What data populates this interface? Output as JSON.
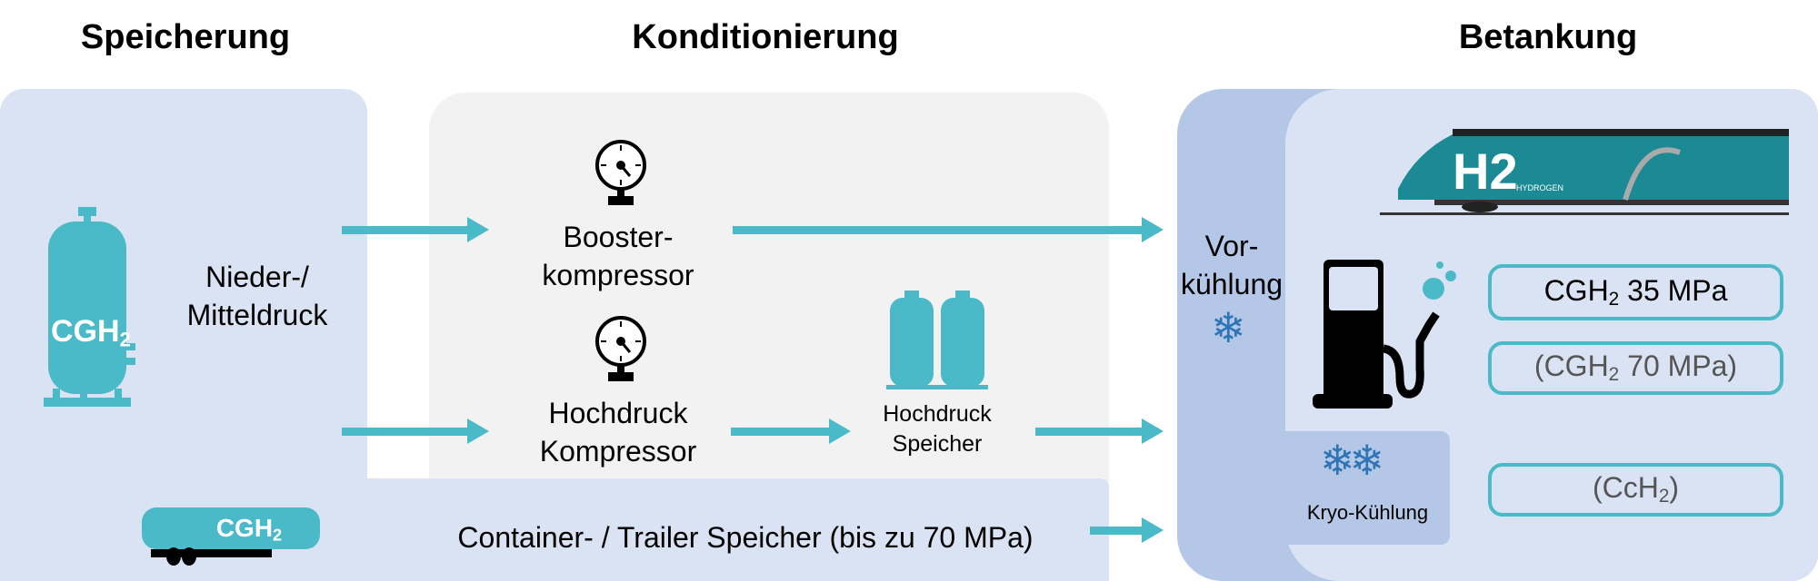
{
  "headers": {
    "storage": "Speicherung",
    "conditioning": "Konditionierung",
    "fueling": "Betankung"
  },
  "storage": {
    "tank_label": "CGH",
    "tank_sub": "2",
    "pressure_line1": "Nieder-/",
    "pressure_line2": "Mitteldruck",
    "trailer_label": "CGH",
    "trailer_sub": "2",
    "container_text": "Container- / Trailer Speicher (bis zu 70 MPa)"
  },
  "conditioning": {
    "booster_line1": "Booster-",
    "booster_line2": "kompressor",
    "hp_comp_line1": "Hochdruck",
    "hp_comp_line2": "Kompressor",
    "hp_store_line1": "Hochdruck",
    "hp_store_line2": "Speicher"
  },
  "fueling": {
    "precool_line1": "Vor-",
    "precool_line2": "kühlung",
    "cryo": "Kryo-Kühlung",
    "options": [
      {
        "pre": "CGH",
        "sub": "2",
        "post": " 35 MPa",
        "color": "#000000"
      },
      {
        "pre": "(CGH",
        "sub": "2",
        "post": " 70 MPa)",
        "color": "#555555"
      },
      {
        "pre": "(CcH",
        "sub": "2",
        "post": ")",
        "color": "#555555"
      }
    ],
    "train_text": "H2",
    "train_sub": "HYDROGEN"
  },
  "colors": {
    "accent": "#4bbac8",
    "panel_light": "#dae3f3",
    "panel_dark": "#b4c7e7",
    "panel_grey": "#f2f2f2",
    "snowflake": "#2e75b6"
  }
}
